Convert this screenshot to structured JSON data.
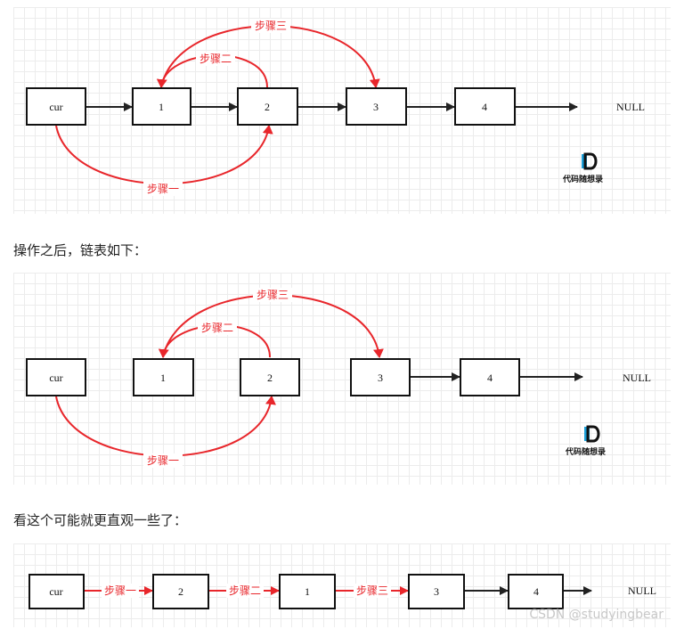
{
  "diagram1": {
    "nodes": [
      "cur",
      "1",
      "2",
      "3",
      "4"
    ],
    "null_label": "NULL",
    "steps": [
      "步骤一",
      "步骤二",
      "步骤三"
    ],
    "logo_text": "代码随想录"
  },
  "caption1": "操作之后，链表如下：",
  "diagram2": {
    "nodes": [
      "cur",
      "1",
      "2",
      "3",
      "4"
    ],
    "null_label": "NULL",
    "steps": [
      "步骤一",
      "步骤二",
      "步骤三"
    ],
    "logo_text": "代码随想录"
  },
  "caption2": "看这个可能就更直观一些了：",
  "diagram3": {
    "nodes": [
      "cur",
      "2",
      "1",
      "3",
      "4"
    ],
    "null_label": "NULL",
    "steps": [
      "步骤一",
      "步骤二",
      "步骤三"
    ]
  },
  "watermark": "CSDN @studyingbear",
  "colors": {
    "step_red": "#e8262b",
    "arrow_black": "#222222"
  }
}
